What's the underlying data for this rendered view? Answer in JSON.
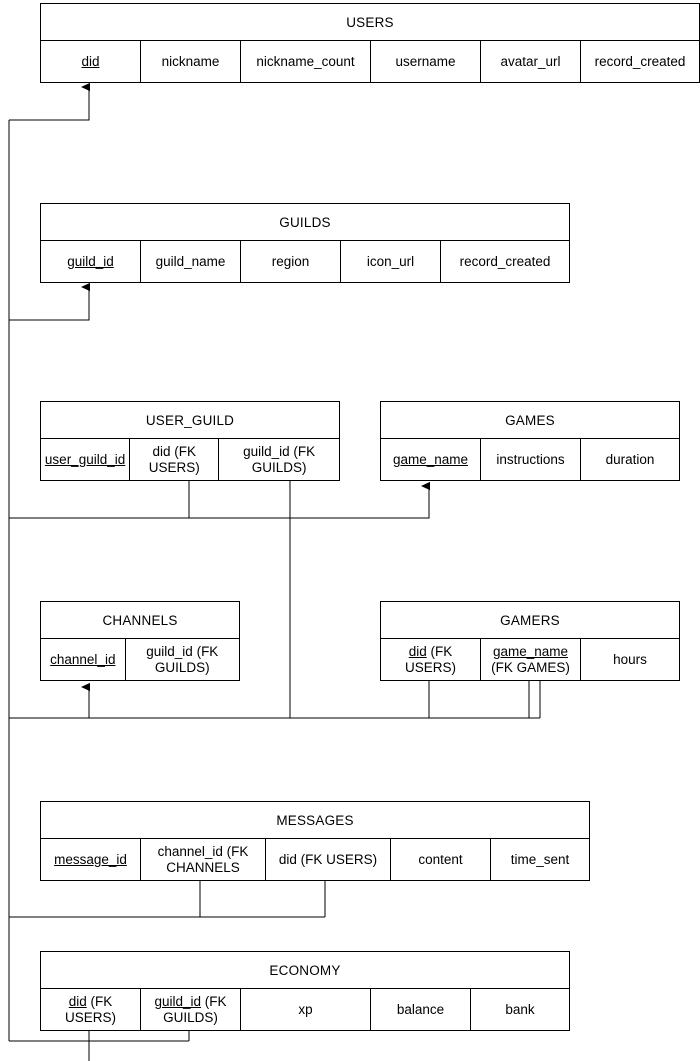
{
  "diagram": {
    "kind": "entity-relationship-diagram",
    "line_color": "#000000",
    "background_color": "#ffffff",
    "entities": [
      {
        "id": "users",
        "name": "USERS",
        "attributes": [
          {
            "label": "did",
            "key": "PK",
            "underlined_part": "did",
            "rest": ""
          },
          {
            "label": "nickname",
            "key": "",
            "underlined_part": "",
            "rest": "nickname"
          },
          {
            "label": "nickname_count",
            "key": "",
            "underlined_part": "",
            "rest": "nickname_count"
          },
          {
            "label": "username",
            "key": "",
            "underlined_part": "",
            "rest": "username"
          },
          {
            "label": "avatar_url",
            "key": "",
            "underlined_part": "",
            "rest": "avatar_url"
          },
          {
            "label": "record_created",
            "key": "",
            "underlined_part": "",
            "rest": "record_created"
          }
        ]
      },
      {
        "id": "guilds",
        "name": "GUILDS",
        "attributes": [
          {
            "label": "guild_id",
            "key": "PK",
            "underlined_part": "guild_id",
            "rest": ""
          },
          {
            "label": "guild_name",
            "key": "",
            "underlined_part": "",
            "rest": "guild_name"
          },
          {
            "label": "region",
            "key": "",
            "underlined_part": "",
            "rest": "region"
          },
          {
            "label": "icon_url",
            "key": "",
            "underlined_part": "",
            "rest": "icon_url"
          },
          {
            "label": "record_created",
            "key": "",
            "underlined_part": "",
            "rest": "record_created"
          }
        ]
      },
      {
        "id": "user_guild",
        "name": "USER_GUILD",
        "attributes": [
          {
            "label": "user_guild_id",
            "key": "PK",
            "underlined_part": "user_guild_id",
            "rest": ""
          },
          {
            "label": "did (FK USERS)",
            "key": "FK",
            "underlined_part": "",
            "rest": "did (FK USERS)"
          },
          {
            "label": "guild_id (FK GUILDS)",
            "key": "FK",
            "underlined_part": "",
            "rest": "guild_id (FK GUILDS)"
          }
        ]
      },
      {
        "id": "games",
        "name": "GAMES",
        "attributes": [
          {
            "label": "game_name",
            "key": "PK",
            "underlined_part": "game_name",
            "rest": ""
          },
          {
            "label": "instructions",
            "key": "",
            "underlined_part": "",
            "rest": "instructions"
          },
          {
            "label": "duration",
            "key": "",
            "underlined_part": "",
            "rest": "duration"
          }
        ]
      },
      {
        "id": "channels",
        "name": "CHANNELS",
        "attributes": [
          {
            "label": "channel_id",
            "key": "PK",
            "underlined_part": "channel_id",
            "rest": ""
          },
          {
            "label": "guild_id (FK GUILDS)",
            "key": "FK",
            "underlined_part": "",
            "rest": "guild_id (FK GUILDS)"
          }
        ]
      },
      {
        "id": "gamers",
        "name": "GAMERS",
        "attributes": [
          {
            "label": "did (FK USERS)",
            "key": "PK,FK",
            "underlined_part": "did",
            "rest": " (FK USERS)"
          },
          {
            "label": "game_name (FK GAMES)",
            "key": "PK,FK",
            "underlined_part": "game_name",
            "rest": " (FK GAMES)"
          },
          {
            "label": "hours",
            "key": "",
            "underlined_part": "",
            "rest": "hours"
          }
        ]
      },
      {
        "id": "messages",
        "name": "MESSAGES",
        "attributes": [
          {
            "label": "message_id",
            "key": "PK",
            "underlined_part": "message_id",
            "rest": ""
          },
          {
            "label": "channel_id (FK CHANNELS",
            "key": "FK",
            "underlined_part": "",
            "rest": "channel_id (FK CHANNELS"
          },
          {
            "label": "did (FK USERS)",
            "key": "FK",
            "underlined_part": "",
            "rest": "did (FK USERS)"
          },
          {
            "label": "content",
            "key": "",
            "underlined_part": "",
            "rest": "content"
          },
          {
            "label": "time_sent",
            "key": "",
            "underlined_part": "",
            "rest": "time_sent"
          }
        ]
      },
      {
        "id": "economy",
        "name": "ECONOMY",
        "attributes": [
          {
            "label": "did (FK USERS)",
            "key": "PK,FK",
            "underlined_part": "did",
            "rest": " (FK USERS)"
          },
          {
            "label": "guild_id (FK GUILDS)",
            "key": "PK,FK",
            "underlined_part": "guild_id",
            "rest": " (FK GUILDS)"
          },
          {
            "label": "xp",
            "key": "",
            "underlined_part": "",
            "rest": "xp"
          },
          {
            "label": "balance",
            "key": "",
            "underlined_part": "",
            "rest": "balance"
          },
          {
            "label": "bank",
            "key": "",
            "underlined_part": "",
            "rest": "bank"
          }
        ]
      }
    ],
    "relationships": [
      {
        "from": "user_guild.did",
        "to": "users.did"
      },
      {
        "from": "user_guild.guild_id",
        "to": "guilds.guild_id"
      },
      {
        "from": "gamers.did",
        "to": "users.did"
      },
      {
        "from": "gamers.game_name",
        "to": "games.game_name"
      },
      {
        "from": "channels.guild_id",
        "to": "guilds.guild_id"
      },
      {
        "from": "messages.channel_id",
        "to": "channels.channel_id"
      },
      {
        "from": "messages.did",
        "to": "users.did"
      },
      {
        "from": "economy.did",
        "to": "users.did"
      },
      {
        "from": "economy.guild_id",
        "to": "guilds.guild_id"
      }
    ]
  }
}
